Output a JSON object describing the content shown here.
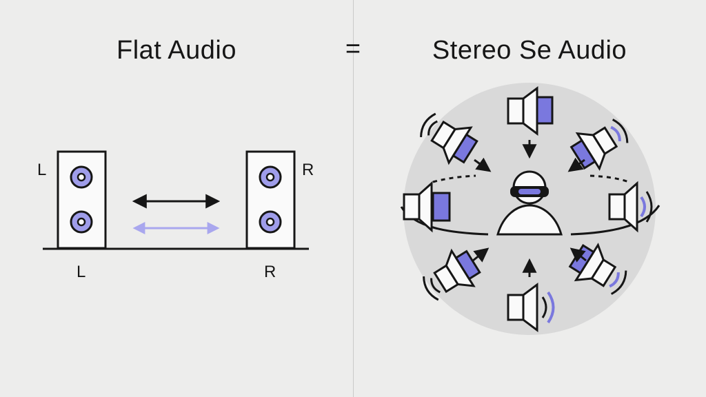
{
  "titles": {
    "left": "Flat Audio",
    "equals": "=",
    "right": "Stereo Se Audio"
  },
  "flat_audio": {
    "left_speaker_top_label": "L",
    "left_speaker_bottom_label": "L",
    "right_speaker_top_label": "R",
    "right_speaker_bottom_label": "R"
  },
  "colors": {
    "background": "#ededec",
    "ink": "#161616",
    "accent": "#7a78de",
    "accent_light": "#a9a7ee",
    "sphere": "#d9d9d9"
  },
  "icons": {
    "speaker": "speaker-icon",
    "listener": "vr-headset-person-icon",
    "arrow": "arrow-icon"
  }
}
